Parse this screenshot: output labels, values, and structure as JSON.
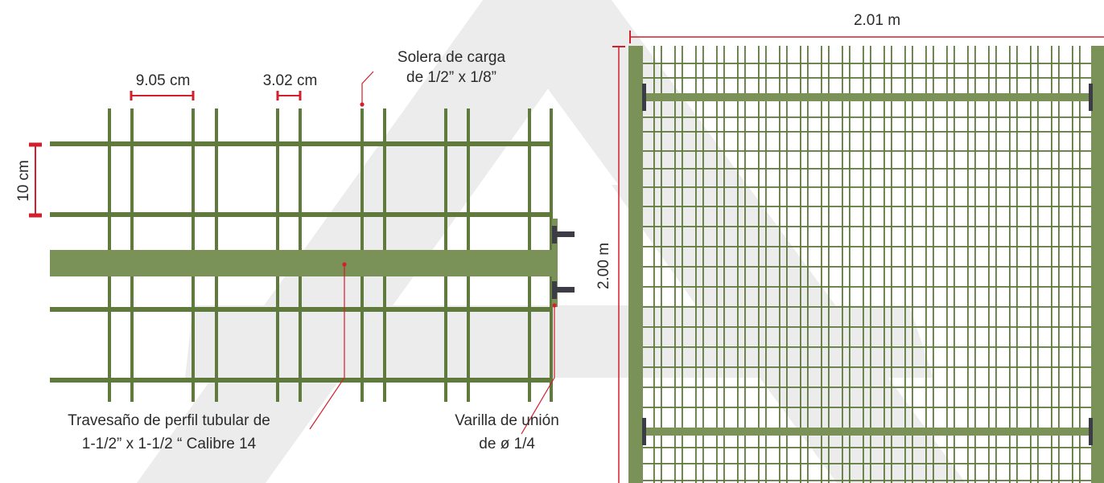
{
  "left_detail": {
    "dim_spacing_wide": "9.05 cm",
    "dim_spacing_narrow": "3.02 cm",
    "dim_height": "10 cm",
    "label_solera_line1": "Solera de carga",
    "label_solera_line2": "de 1/2” x 1/8”",
    "label_travesano_line1": "Travesaño de perfil tubular de",
    "label_travesano_line2": "1-1/2” x 1-1/2 “ Calibre 14",
    "label_varilla_line1": "Varilla de unión",
    "label_varilla_line2": "de ø 1/4"
  },
  "right_panel": {
    "dim_width": "2.01 m",
    "dim_height": "2.00 m"
  },
  "colors": {
    "steel_green": "#7a9158",
    "mesh_green": "#5f7a3c",
    "dimension_red": "#d21f2b",
    "bolt_dark": "#3c3c46",
    "watermark": "#ebebeb"
  }
}
